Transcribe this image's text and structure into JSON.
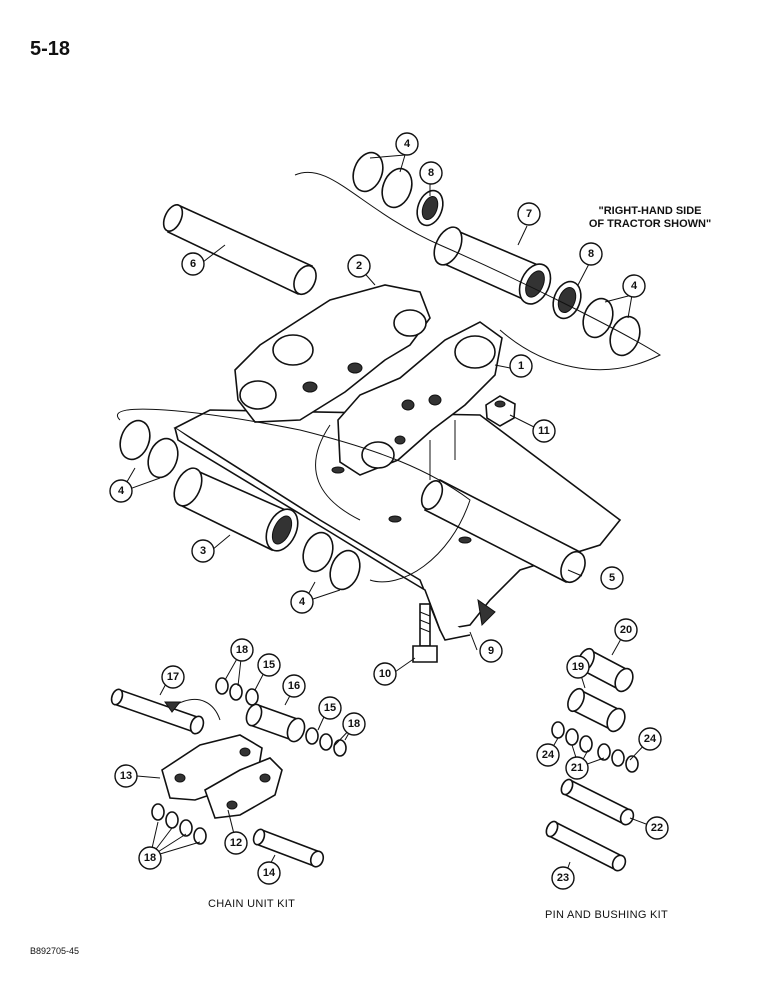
{
  "page": {
    "number": "5-18",
    "code": "B892705-45"
  },
  "note": {
    "line1": "\"RIGHT-HAND SIDE",
    "line2": "OF TRACTOR SHOWN\""
  },
  "kits": {
    "chain": "CHAIN UNIT KIT",
    "pin": "PIN AND BUSHING KIT"
  },
  "callouts": {
    "c1": "1",
    "c2": "2",
    "c3": "3",
    "c4a": "4",
    "c4b": "4",
    "c4c": "4",
    "c4d": "4",
    "c5": "5",
    "c6": "6",
    "c7": "7",
    "c8a": "8",
    "c8b": "8",
    "c9": "9",
    "c10": "10",
    "c11": "11",
    "c12": "12",
    "c13": "13",
    "c14": "14",
    "c15a": "15",
    "c15b": "15",
    "c16": "16",
    "c17": "17",
    "c18a": "18",
    "c18b": "18",
    "c18c": "18",
    "c19": "19",
    "c20": "20",
    "c21": "21",
    "c22": "22",
    "c23": "23",
    "c24a": "24",
    "c24b": "24"
  }
}
